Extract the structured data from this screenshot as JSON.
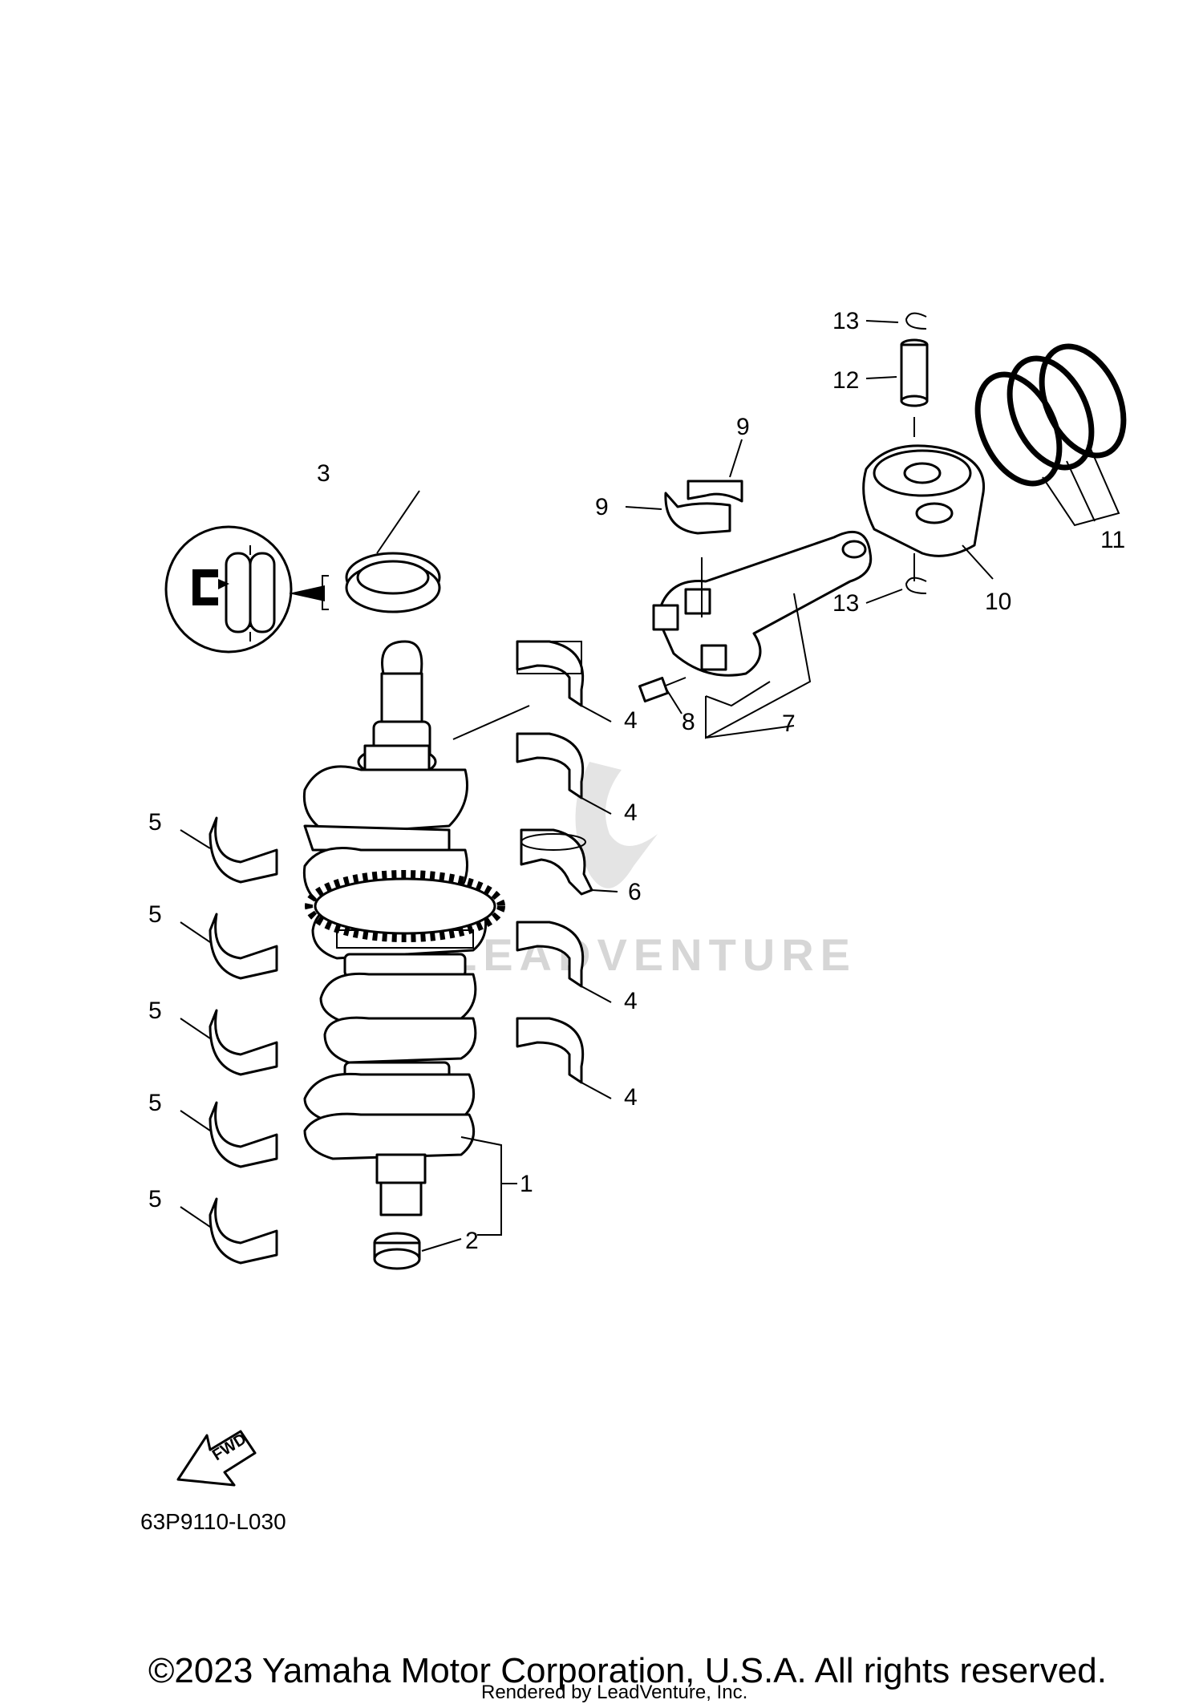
{
  "callouts": {
    "c1": "1",
    "c2": "2",
    "c3": "3",
    "c4a": "4",
    "c4b": "4",
    "c4c": "4",
    "c4d": "4",
    "c5a": "5",
    "c5b": "5",
    "c5c": "5",
    "c5d": "5",
    "c5e": "5",
    "c6": "6",
    "c7": "7",
    "c8": "8",
    "c9a": "9",
    "c9b": "9",
    "c10": "10",
    "c11": "11",
    "c12": "12",
    "c13a": "13",
    "c13b": "13"
  },
  "fwd_label": "FWD",
  "diagram_code": "63P9110-L030",
  "watermark": "LEADVENTURE",
  "copyright": "©2023 Yamaha Motor Corporation, U.S.A. All rights reserved.",
  "rendered_by": "Rendered by LeadVenture, Inc.",
  "colors": {
    "line": "#000000",
    "background": "#ffffff",
    "watermark": "#d6d6d6"
  }
}
